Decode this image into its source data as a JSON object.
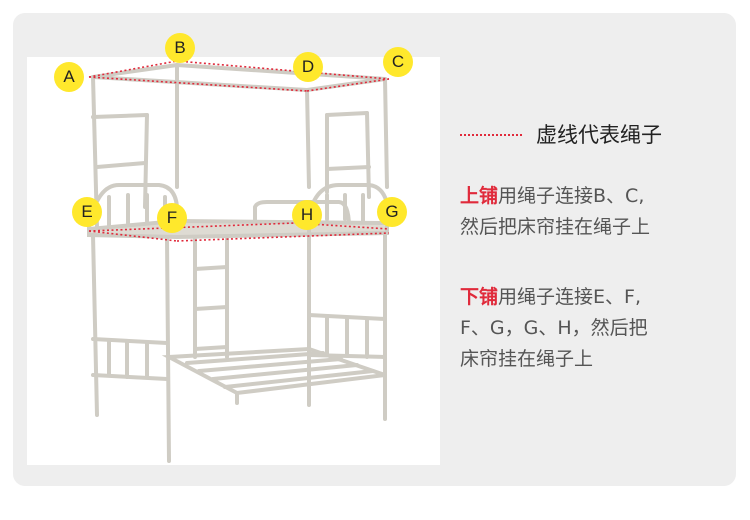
{
  "markers": [
    "A",
    "B",
    "C",
    "D",
    "E",
    "F",
    "G",
    "H"
  ],
  "legend": {
    "text": "虚线代表绳子",
    "line_color": "#e02a3b"
  },
  "upper": {
    "highlight": "上铺",
    "line1_rest": "用绳子连接B、C,",
    "line2": "然后把床帘挂在绳子上"
  },
  "lower": {
    "highlight": "下铺",
    "line1_rest": "用绳子连接E、F,",
    "line2": "F、G，G、H，然后把",
    "line3": "床帘挂在绳子上"
  },
  "colors": {
    "accent": "#e02a3b",
    "marker": "#ffe82c",
    "card_bg": "#eeeeee"
  }
}
